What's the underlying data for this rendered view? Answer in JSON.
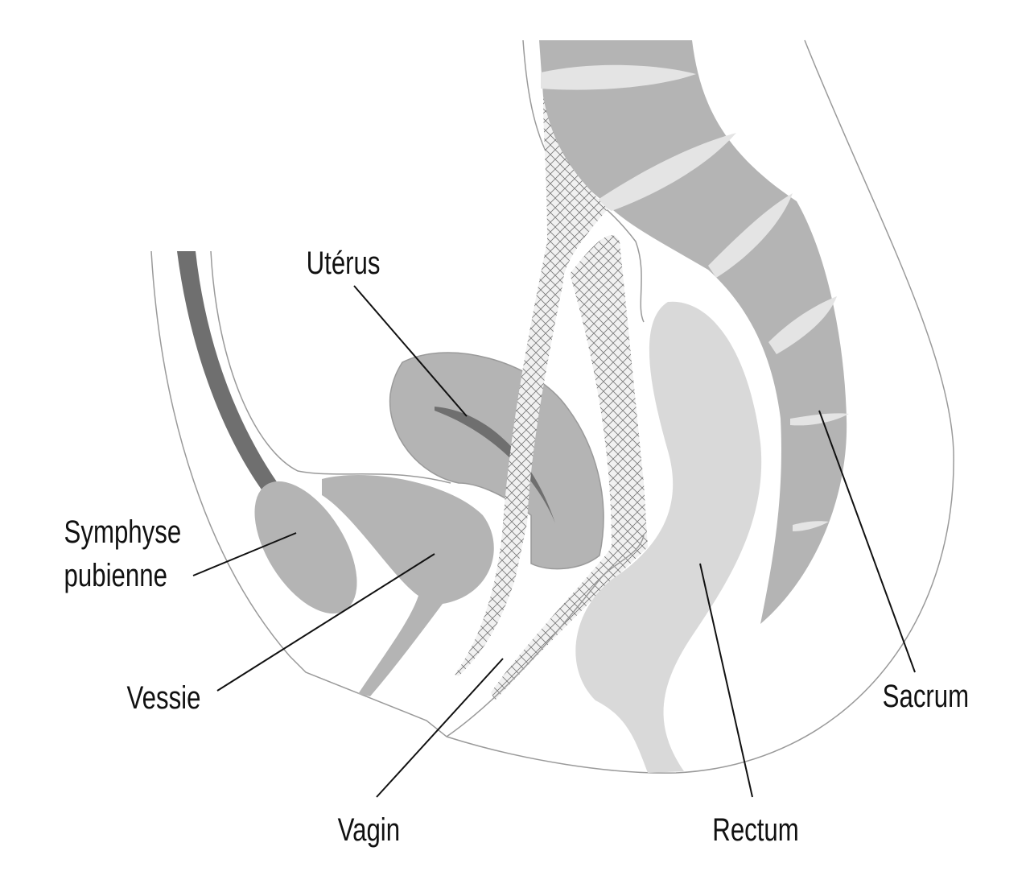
{
  "labels": {
    "uterus": "Utérus",
    "symphyse_line1": "Symphyse",
    "symphyse_line2": "pubienne",
    "vessie": "Vessie",
    "vagin": "Vagin",
    "rectum": "Rectum",
    "sacrum": "Sacrum"
  },
  "colors": {
    "bone_dark": "#6f6f6f",
    "organ": "#b4b4b4",
    "rectum": "#d9d9d9",
    "disc": "#e4e4e4",
    "outline": "#9a9a9a",
    "leader": "#111111"
  }
}
